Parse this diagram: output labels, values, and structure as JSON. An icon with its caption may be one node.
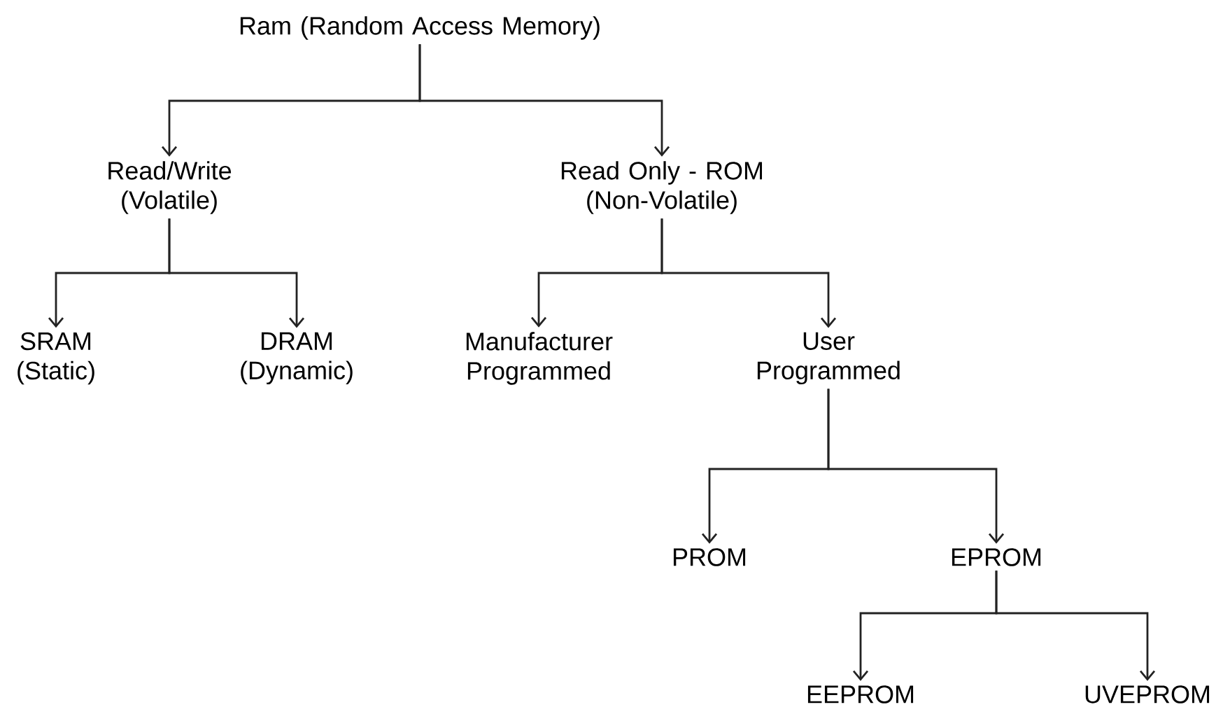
{
  "diagram": {
    "nodes": [
      {
        "text": [
          "Ram (Random Access Memory)"
        ]
      },
      {
        "text": [
          "Read/Write (Volatile)"
        ]
      },
      {
        "text": [
          "Read Only - ROM (Non-Volatile)"
        ]
      },
      {
        "text": [
          "SRAM (Static)"
        ]
      },
      {
        "text": [
          "DRAM (Dynamic)"
        ]
      },
      {
        "text": [
          "Manufacturer Programmed"
        ]
      },
      {
        "text": [
          "User Programmed"
        ]
      },
      {
        "text": [
          "PROM"
        ]
      },
      {
        "text": [
          "EPROM"
        ]
      },
      {
        "text": [
          "EEPROM"
        ]
      },
      {
        "text": [
          "UVEPROM"
        ]
      }
    ],
    "edges": [
      {
        "from": 0,
        "to": 1,
        "arrow": "to"
      },
      {
        "from": 0,
        "to": 2,
        "arrow": "to"
      },
      {
        "from": 1,
        "to": 3,
        "arrow": "to"
      },
      {
        "from": 1,
        "to": 4,
        "arrow": "to"
      },
      {
        "from": 2,
        "to": 5,
        "arrow": "to"
      },
      {
        "from": 2,
        "to": 6,
        "arrow": "to"
      },
      {
        "from": 6,
        "to": 7,
        "arrow": "to"
      },
      {
        "from": 6,
        "to": 8,
        "arrow": "to"
      },
      {
        "from": 8,
        "to": 9,
        "arrow": "to"
      },
      {
        "from": 8,
        "to": 10,
        "arrow": "to"
      }
    ]
  }
}
